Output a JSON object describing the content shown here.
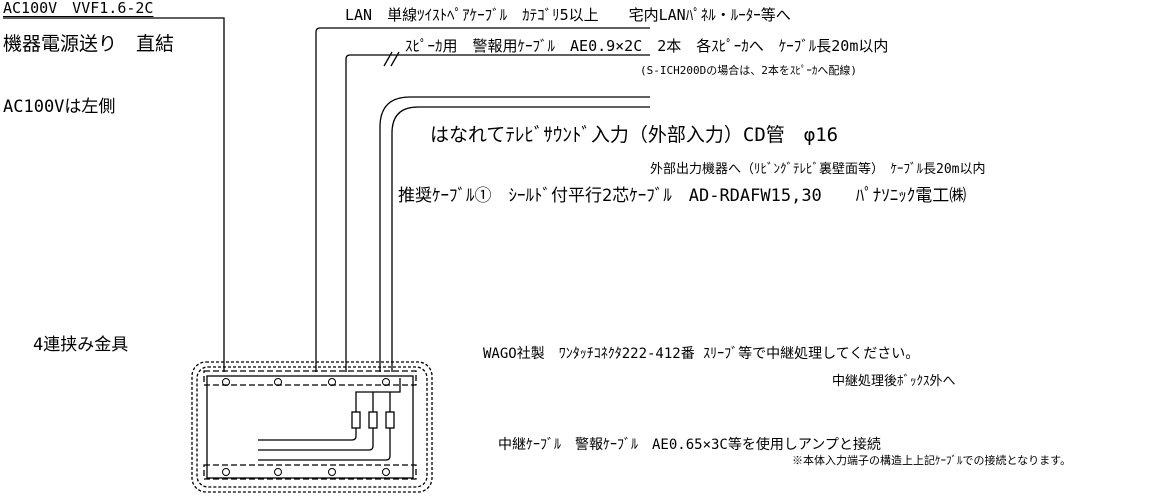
{
  "labels": {
    "power_cable": "AC100V　VVF1.6-2C",
    "power_feed": "機器電源送り　直結",
    "power_side": "AC100Vは左側",
    "lan_cable": "LAN　単線ﾂｲｽﾄﾍﾟｱｹｰﾌﾞﾙ　ｶﾃｺﾞﾘ5以上　　宅内LANﾊﾟﾈﾙ・ﾙｰﾀｰ等へ",
    "speaker_cable": "ｽﾋﾟｰｶ用　警報用ｹｰﾌﾞﾙ　AE0.9×2C　2本　各ｽﾋﾟｰｶへ　ｹｰﾌﾞﾙ長20m以内",
    "speaker_note": "(S-ICH200Dの場合は、2本をｽﾋﾟｰｶへ配線)",
    "tv_input": "はなれてﾃﾚﾋﾞｻｳﾝﾄﾞ入力（外部入力）CD管　φ16",
    "external_device": "外部出力機器へ（ﾘﾋﾞﾝｸﾞﾃﾚﾋﾞ裏壁面等）　ｹｰﾌﾞﾙ長20m以内",
    "recommended_cable": "推奨ｹｰﾌﾞﾙ①　ｼｰﾙﾄﾞ付平行2芯ｹｰﾌﾞﾙ　AD-RDAFW15,30　　ﾊﾟﾅｿﾆｯｸ電工㈱",
    "bracket": "4連挟み金具",
    "wago_note": "WAGO社製　ﾜﾝﾀｯﾁｺﾈｸﾀ222-412番 ｽﾘｰﾌﾞ等で中継処理してください。",
    "after_relay": "中継処理後ﾎﾞｯｸｽ外へ",
    "relay_cable": "中継ｹｰﾌﾞﾙ　警報ｹｰﾌﾞﾙ　AE0.65×3C等を使用しアンプと接続",
    "relay_note": "※本体入力端子の構造上上記ｹｰﾌﾞﾙでの接続となります。"
  }
}
